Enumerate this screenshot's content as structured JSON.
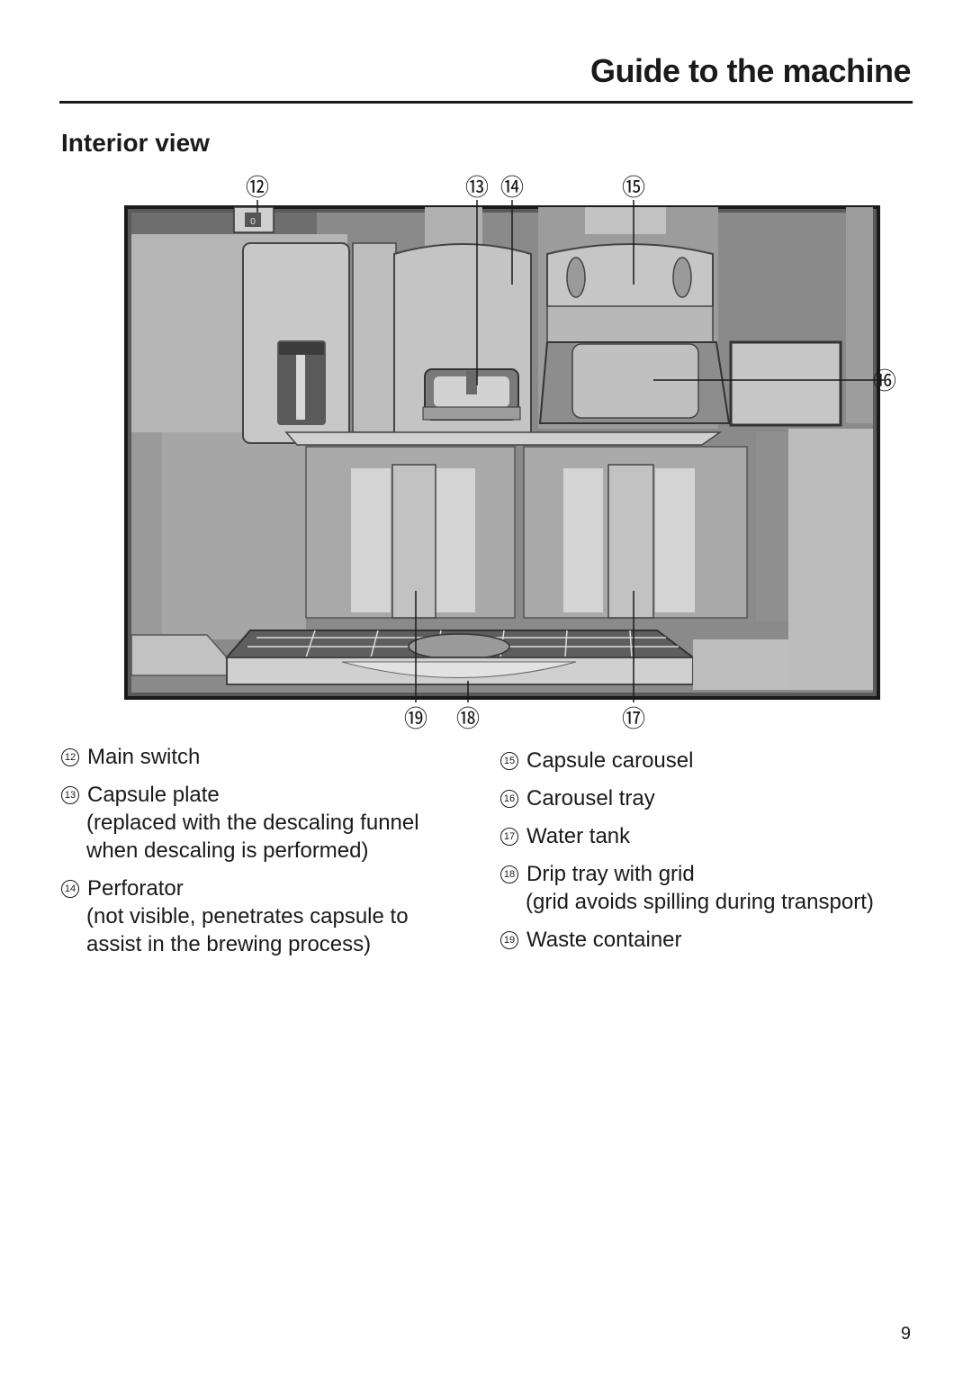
{
  "header": {
    "title": "Guide to the machine"
  },
  "section": {
    "title": "Interior view"
  },
  "figure": {
    "callouts_top": [
      "⑫",
      "⑬",
      "⑭",
      "⑮"
    ],
    "callout_right": "⑯",
    "callouts_bottom": [
      "⑲",
      "⑱",
      "⑰"
    ],
    "switch_symbol": "0"
  },
  "legend": {
    "left": [
      {
        "num": "12",
        "label": "Main switch",
        "note": ""
      },
      {
        "num": "13",
        "label": "Capsule plate",
        "note": "(replaced with the descaling funnel when descaling is performed)"
      },
      {
        "num": "14",
        "label": "Perforator",
        "note": "(not visible, penetrates capsule to assist in the brewing process)"
      }
    ],
    "right": [
      {
        "num": "15",
        "label": "Capsule carousel",
        "note": ""
      },
      {
        "num": "16",
        "label": "Carousel tray",
        "note": ""
      },
      {
        "num": "17",
        "label": "Water tank",
        "note": ""
      },
      {
        "num": "18",
        "label": "Drip tray with grid",
        "note": "(grid avoids spilling during transport)"
      },
      {
        "num": "19",
        "label": "Waste container",
        "note": ""
      }
    ]
  },
  "page_number": "9"
}
